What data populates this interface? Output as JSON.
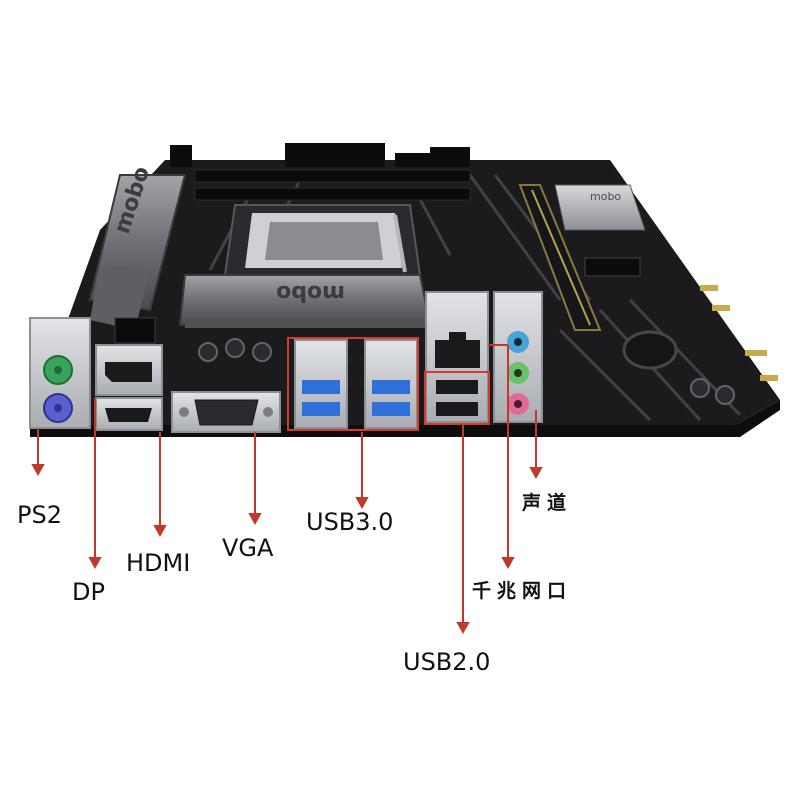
{
  "board": {
    "logo_text": "mobo",
    "colors": {
      "pcb": "#1b1b1e",
      "heatsink": "#7d7f84",
      "io_shield": "#c9cbcf",
      "pointer_line": "#c0392b",
      "ps2_mouse": "#3aa35a",
      "ps2_keyboard": "#5a5fd0",
      "audio_blue": "#4aa3d8",
      "audio_green": "#6cc06a",
      "audio_pink": "#e26a9a",
      "usb3_blue": "#2e6fd8",
      "highlight_box": "#d23a2c"
    }
  },
  "labels": {
    "ps2": "PS2",
    "dp": "DP",
    "hdmi": "HDMI",
    "vga": "VGA",
    "usb3": "USB3.0",
    "audio": "声道",
    "lan": "千兆网口",
    "usb2": "USB2.0"
  }
}
